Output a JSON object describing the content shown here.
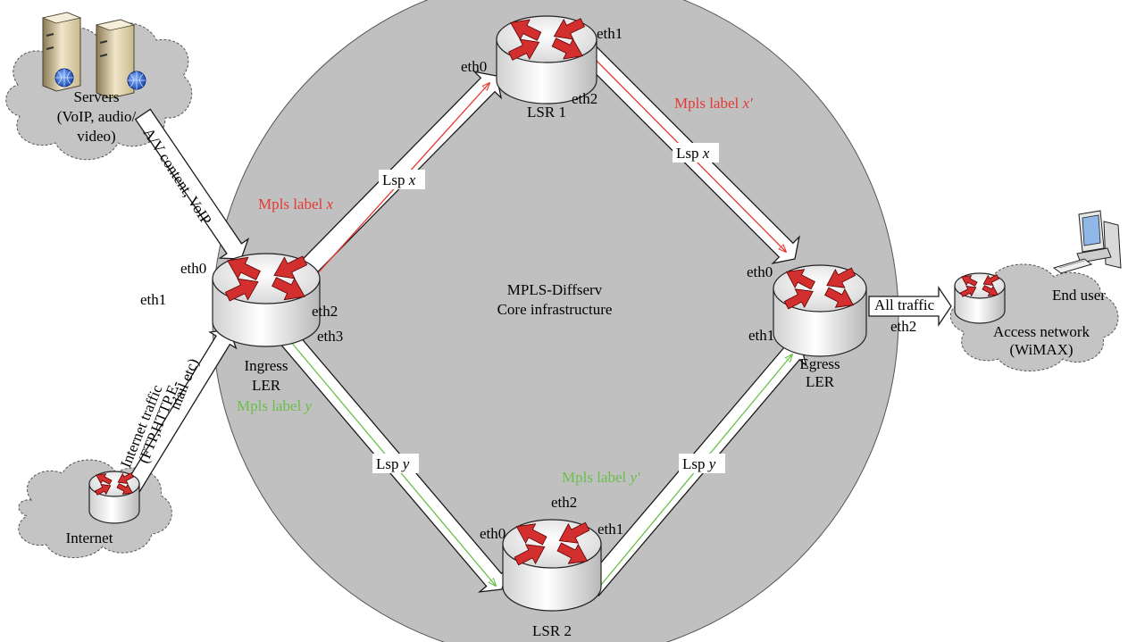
{
  "core": {
    "title_line1": "MPLS-Diffserv",
    "title_line2": "Core infrastructure"
  },
  "nodes": {
    "ingress": {
      "line1": "Ingress",
      "line2": "LER"
    },
    "egress": {
      "line1": "Egress",
      "line2": "LER"
    },
    "lsr1": "LSR 1",
    "lsr2": "LSR 2",
    "servers": {
      "line1": "Servers",
      "line2": "(VoIP, audio/",
      "line3": "video)"
    },
    "internet": "Internet",
    "access_network": {
      "line1": "Access network",
      "line2": "(WiMAX)"
    },
    "end_user": "End user"
  },
  "interfaces": {
    "ingress_eth0": "eth0",
    "ingress_eth1": "eth1",
    "ingress_eth2": "eth2",
    "ingress_eth3": "eth3",
    "lsr1_eth0": "eth0",
    "lsr1_eth1": "eth1",
    "lsr1_eth2": "eth2",
    "egress_eth0": "eth0",
    "egress_eth1": "eth1",
    "egress_eth2": "eth2",
    "lsr2_eth0": "eth0",
    "lsr2_eth1": "eth1",
    "lsr2_eth2": "eth2"
  },
  "labels": {
    "mpls_x": {
      "prefix": "Mpls label ",
      "var": "x"
    },
    "mpls_x_prime": {
      "prefix": "Mpls label ",
      "var": "x′"
    },
    "mpls_y": {
      "prefix": "Mpls label ",
      "var": "y"
    },
    "mpls_y_prime": {
      "prefix": "Mpls label ",
      "var": "y′"
    },
    "lsp_x_a": {
      "prefix": "Lsp ",
      "var": "x"
    },
    "lsp_x_b": {
      "prefix": "Lsp ",
      "var": "x"
    },
    "lsp_y_a": {
      "prefix": "Lsp ",
      "var": "y"
    },
    "lsp_y_b": {
      "prefix": "Lsp ",
      "var": "y"
    }
  },
  "flows": {
    "av_content": "A/V content, VoIP",
    "internet_line1": "Internet traffic",
    "internet_line2": "(FTP,HTTP,E-",
    "internet_line3": "mail etc)",
    "all_traffic": "All traffic"
  },
  "colors": {
    "core_fill": "#c0c0c0",
    "cloud_fill": "#c4c4c4",
    "label_x": "#e53935",
    "label_y": "#6abf4b",
    "router_arrow": "#d32f2f"
  }
}
